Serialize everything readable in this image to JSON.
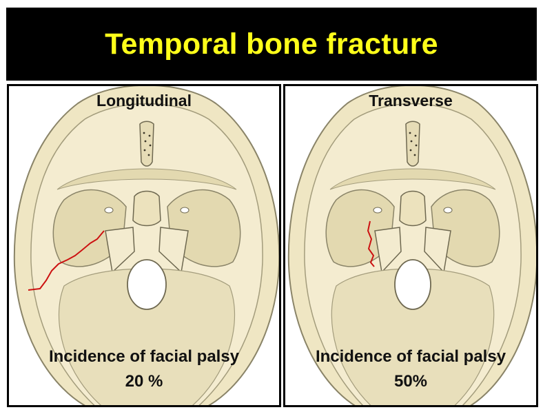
{
  "title": "Temporal bone fracture",
  "panels": [
    {
      "label": "Longitudinal",
      "caption_line1": "Incidence of facial palsy",
      "caption_line2": "20 %"
    },
    {
      "label": "Transverse",
      "caption_line1": "Incidence of facial palsy",
      "caption_line2": "50%"
    }
  ],
  "colors": {
    "title_background": "#000000",
    "title_text": "#ffff1a",
    "bone": "#efe6c3",
    "bone_outline": "#8a8468",
    "fracture_line": "#cc1111"
  },
  "icons": [
    "skull-base-illustration",
    "fracture-line"
  ]
}
